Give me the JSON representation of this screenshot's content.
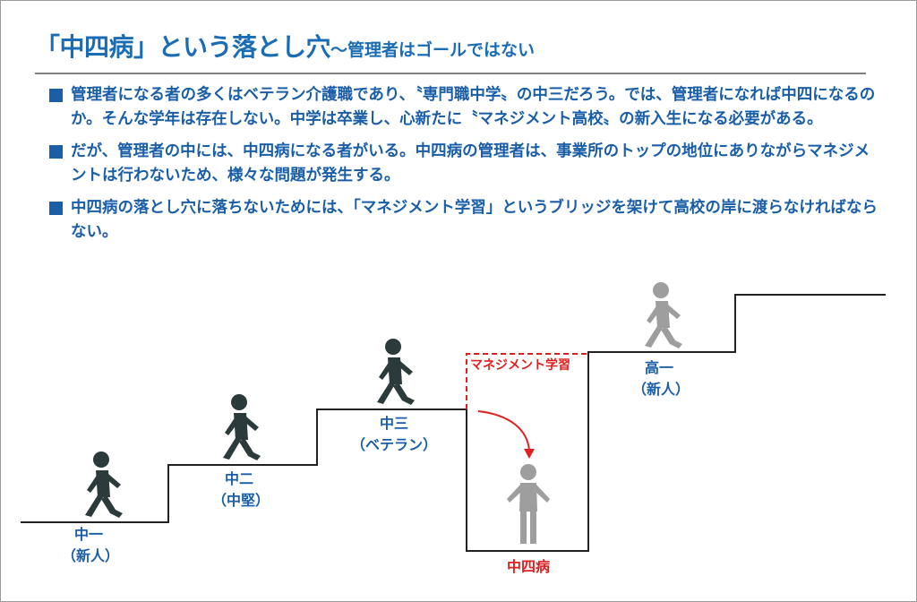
{
  "title": {
    "main": "「中四病」という落とし穴",
    "sub": "～管理者はゴールではない"
  },
  "bullets": [
    "管理者になる者の多くはベテラン介護職であり、〝専門職中学〟の中三だろう。では、管理者になれば中四になるのか。そんな学年は存在しない。中学は卒業し、心新たに〝マネジメント高校〟の新入生になる必要がある。",
    "だが、管理者の中には、中四病になる者がいる。中四病の管理者は、事業所のトップの地位にありながらマネジメントは行わないため、様々な問題が発生する。",
    "中四病の落とし穴に落ちないためには、「マネジメント学習」というブリッジを架けて高校の岸に渡らなければならない。"
  ],
  "diagram": {
    "steps": [
      {
        "grade": "中一",
        "note": "（新人）"
      },
      {
        "grade": "中二",
        "note": "（中堅）"
      },
      {
        "grade": "中三",
        "note": "（ベテラン）"
      },
      {
        "grade": "高一",
        "note": "（新人）"
      }
    ],
    "pit_label": "中四病",
    "bridge_label": "マネジメント学習",
    "colors": {
      "text_blue": "#1a5ea8",
      "figure_dark": "#2b3a3a",
      "figure_gray": "#9e9e9e",
      "accent_red": "#e02020"
    }
  }
}
